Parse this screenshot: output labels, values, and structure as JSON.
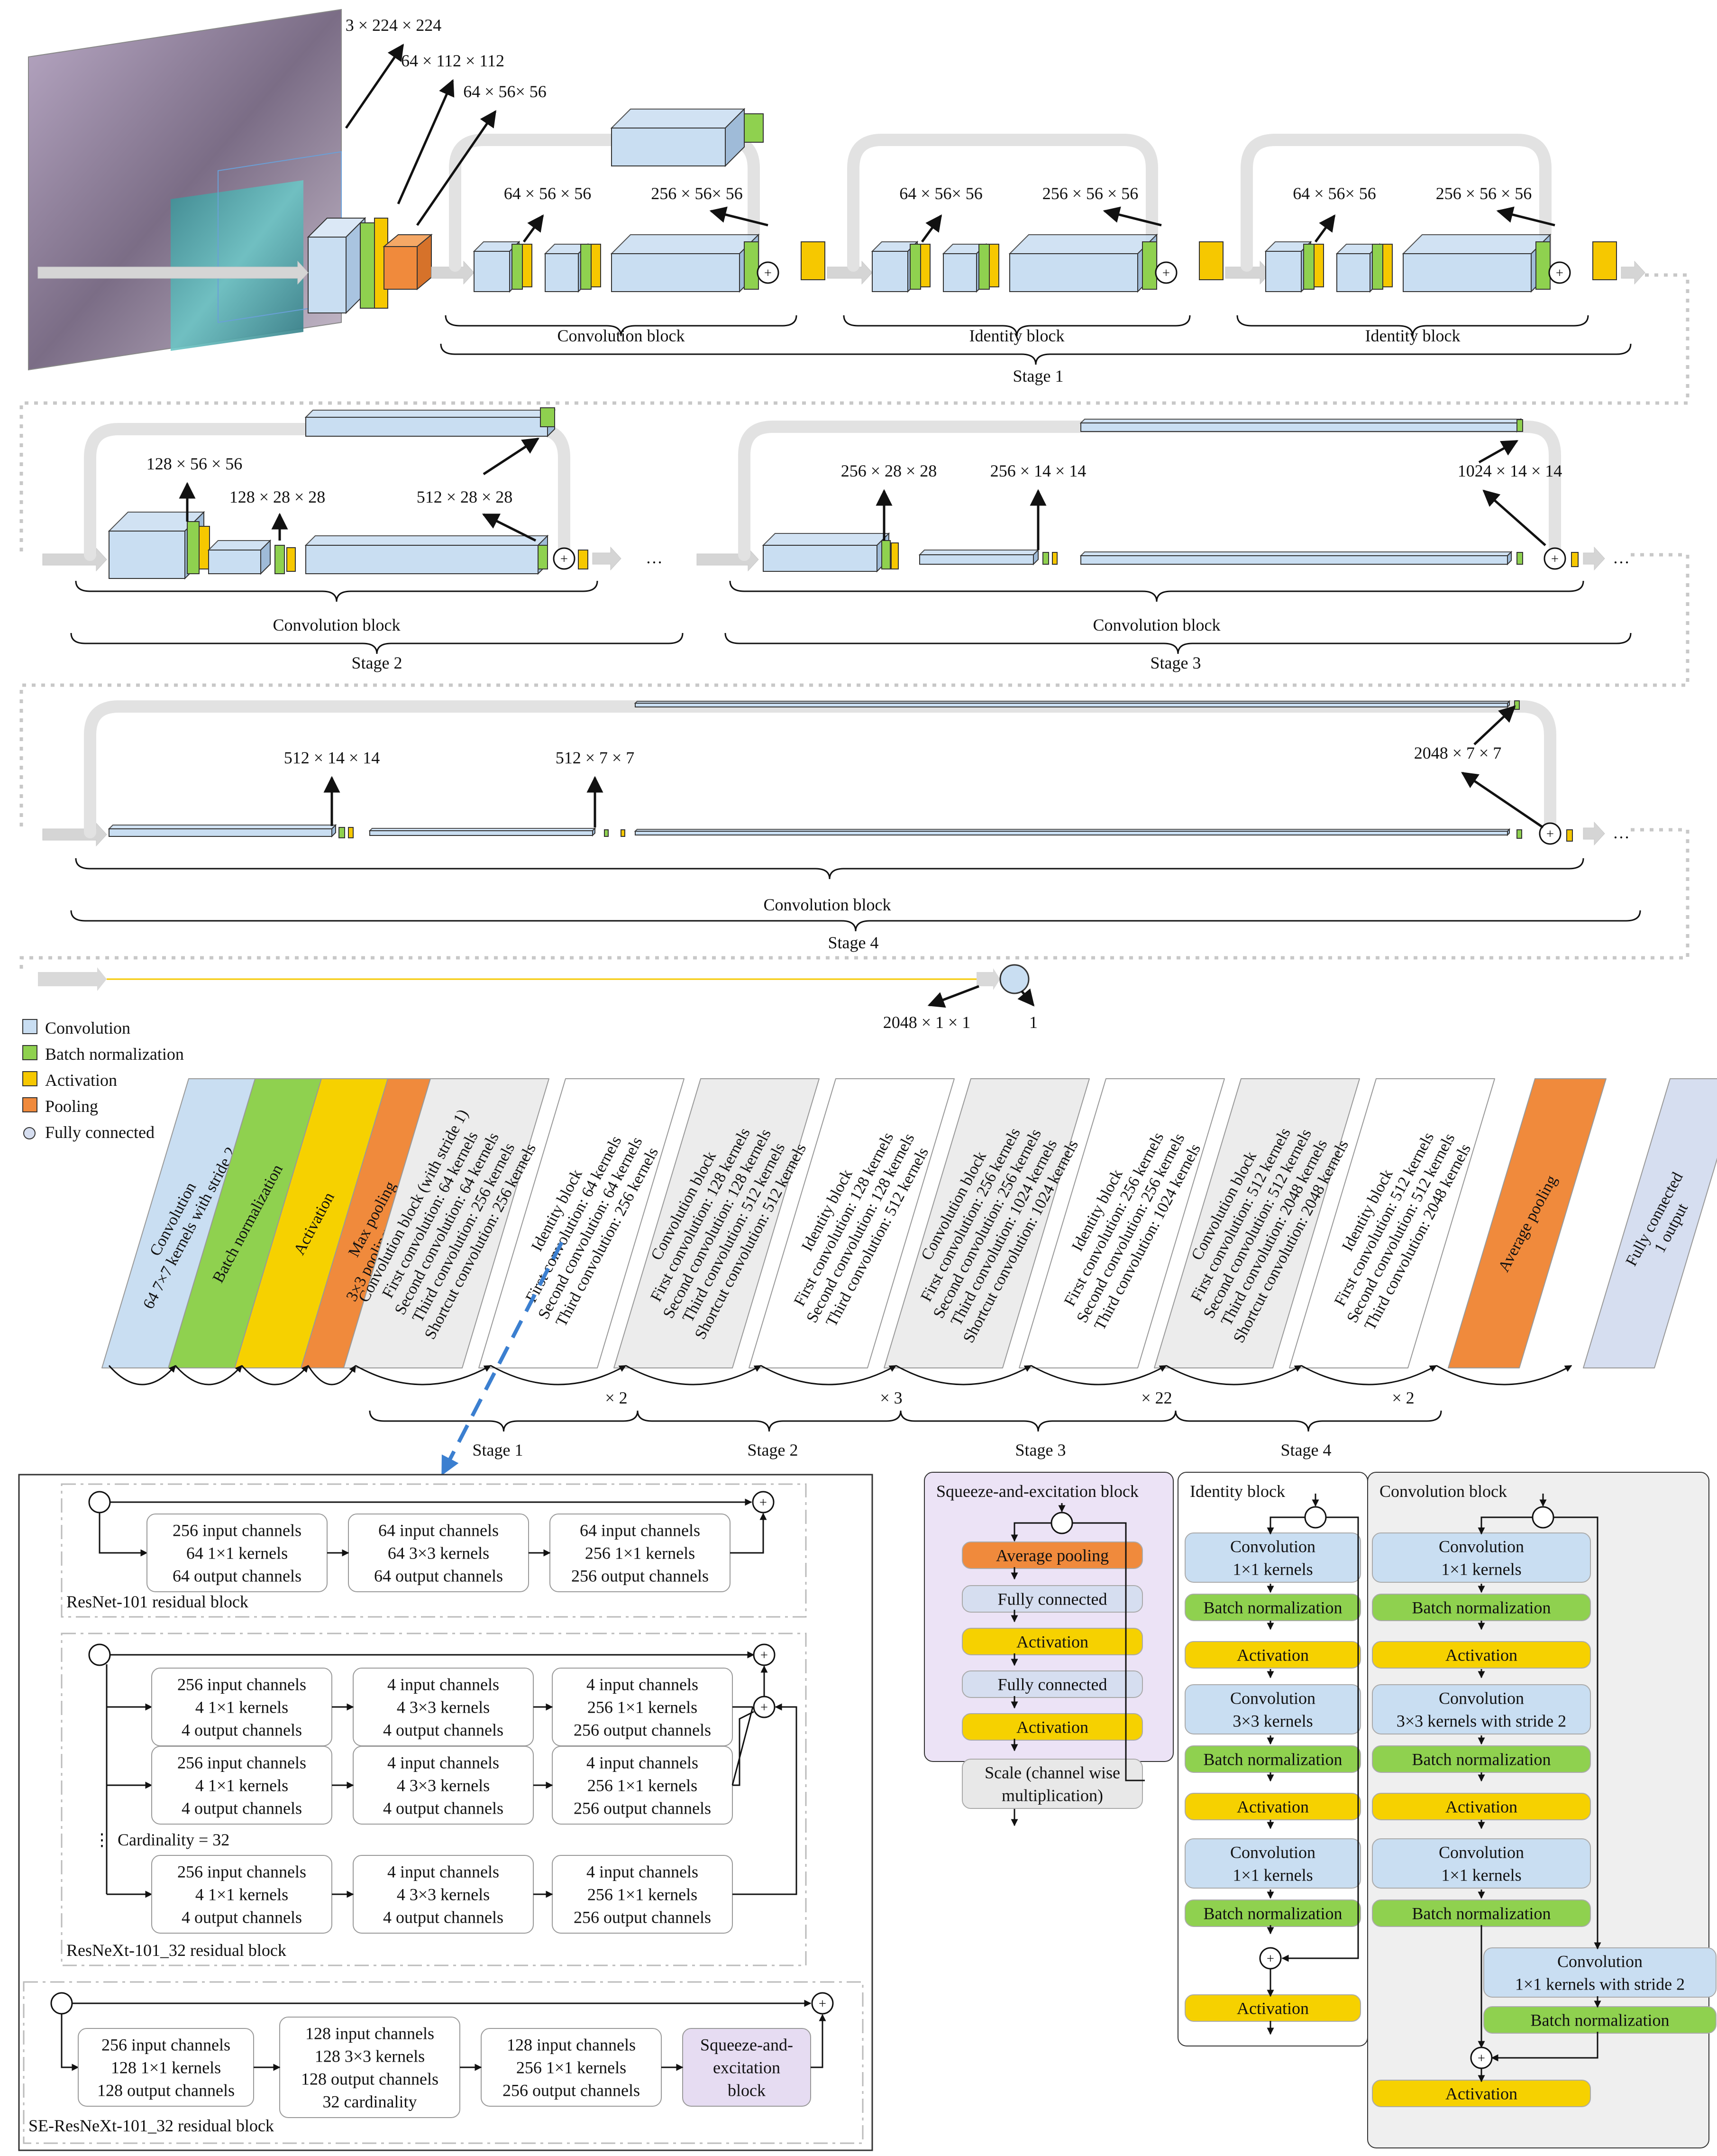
{
  "legend": [
    {
      "label": "Convolution",
      "color": "#c9def2"
    },
    {
      "label": "Batch normalization",
      "color": "#8fd14f"
    },
    {
      "label": "Activation",
      "color": "#f6c800"
    },
    {
      "label": "Pooling",
      "color": "#f08a3c"
    },
    {
      "label": "Fully connected",
      "color": "#d6def0"
    }
  ],
  "stage1": {
    "dims": [
      "3 × 224 × 224",
      "64 × 112 × 112",
      "64 × 56× 56",
      "64 × 56 × 56",
      "256 × 56× 56",
      "64 × 56× 56",
      "256 × 56 × 56",
      "64 × 56× 56",
      "256 × 56 × 56"
    ],
    "blocks": [
      "Convolution block",
      "Identity block",
      "Identity block"
    ],
    "label": "Stage 1"
  },
  "stage2": {
    "dims": [
      "128 × 56 × 56",
      "128 × 28 × 28",
      "512 × 28 × 28"
    ],
    "block": "Convolution block",
    "label": "Stage 2",
    "ellipsis": "…"
  },
  "stage3": {
    "dims": [
      "256 × 28 × 28",
      "256 × 14 × 14",
      "1024 × 14 × 14"
    ],
    "block": "Convolution block",
    "label": "Stage 3",
    "ellipsis": "…"
  },
  "stage4": {
    "dims": [
      "512 × 14 × 14",
      "512 × 7 × 7",
      "2048 × 7 × 7"
    ],
    "block": "Convolution block",
    "label": "Stage 4",
    "ellipsis": "…"
  },
  "final": {
    "dims": [
      "2048 × 1 × 1",
      "1"
    ]
  },
  "cards": [
    {
      "lines": [
        "Convolution",
        "64 7×7 kernels with stride 2"
      ],
      "fill": "#c9def2"
    },
    {
      "lines": [
        "Batch normalization"
      ],
      "fill": "#8fd14f"
    },
    {
      "lines": [
        "Activation"
      ],
      "fill": "#f6d100"
    },
    {
      "lines": [
        "Max pooling",
        "3×3 pooling with stride 2"
      ],
      "fill": "#f08a3c"
    },
    {
      "lines": [
        "Convolution block (with stride 1)",
        "First convolution: 64 kernels",
        "Second convolution: 64 kernels",
        "Third convolution: 256 kernels",
        "Shortcut convolution: 256 kernels"
      ],
      "fill": "#ececec"
    },
    {
      "lines": [
        "Identity block",
        "First convolution: 64 kernels",
        "Second convolution: 64 kernels",
        "Third convolution: 256 kernels"
      ],
      "fill": "#ffffff"
    },
    {
      "lines": [
        "Convolution block",
        "First convolution: 128 kernels",
        "Second convolution: 128 kernels",
        "Third convolution: 512 kernels",
        "Shortcut convolution: 512 kernels"
      ],
      "fill": "#ececec"
    },
    {
      "lines": [
        "Identity block",
        "First convolution: 128 kernels",
        "Second convolution: 128 kernels",
        "Third convolution: 512 kernels"
      ],
      "fill": "#ffffff"
    },
    {
      "lines": [
        "Convolution block",
        "First convolution: 256 kernels",
        "Second convolution: 256 kernels",
        "Third convolution: 1024 kernels",
        "Shortcut convolution: 1024 kernels"
      ],
      "fill": "#ececec"
    },
    {
      "lines": [
        "Identity block",
        "First convolution: 256 kernels",
        "Second convolution: 256 kernels",
        "Third convolution: 1024 kernels"
      ],
      "fill": "#ffffff"
    },
    {
      "lines": [
        "Convolution block",
        "First convolution: 512 kernels",
        "Second convolution: 512 kernels",
        "Third convolution: 2048 kernels",
        "Shortcut convolution: 2048 kernels"
      ],
      "fill": "#ececec"
    },
    {
      "lines": [
        "Identity block",
        "First convolution: 512 kernels",
        "Second convolution: 512 kernels",
        "Third convolution: 2048 kernels"
      ],
      "fill": "#ffffff"
    },
    {
      "lines": [
        "Average pooling"
      ],
      "fill": "#f08a3c"
    },
    {
      "lines": [
        "Fully connected",
        "1 output"
      ],
      "fill": "#d6def0"
    }
  ],
  "repeats": [
    "× 2",
    "× 3",
    "× 22",
    "× 2"
  ],
  "stages": [
    "Stage 1",
    "Stage 2",
    "Stage 3",
    "Stage 4"
  ],
  "resnet": {
    "label": "ResNet-101 residual block",
    "boxes": [
      [
        "256 input channels",
        "64 1×1 kernels",
        "64 output channels"
      ],
      [
        "64 input channels",
        "64 3×3 kernels",
        "64 output channels"
      ],
      [
        "64 input channels",
        "256 1×1 kernels",
        "256 output channels"
      ]
    ]
  },
  "resnext": {
    "label": "ResNeXt-101_32 residual block",
    "cardinality": "Cardinality = 32",
    "boxes": [
      [
        "256 input channels",
        "4 1×1 kernels",
        "4 output channels"
      ],
      [
        "4 input channels",
        "4 3×3 kernels",
        "4 output channels"
      ],
      [
        "4 input channels",
        "256 1×1 kernels",
        "256 output channels"
      ]
    ]
  },
  "seresnext": {
    "label": "SE-ResNeXt-101_32 residual block",
    "boxes": [
      [
        "256 input channels",
        "128 1×1 kernels",
        "128 output channels"
      ],
      [
        "128 input channels",
        "128 3×3 kernels",
        "128 output channels",
        "32 cardinality"
      ],
      [
        "128 input channels",
        "256 1×1 kernels",
        "256 output channels"
      ],
      [
        "Squeeze-and-",
        "excitation",
        "block"
      ]
    ]
  },
  "se_block": {
    "title": "Squeeze-and-excitation block",
    "items": [
      [
        "Average pooling"
      ],
      [
        "Fully connected"
      ],
      [
        "Activation"
      ],
      [
        "Fully connected"
      ],
      [
        "Activation"
      ],
      [
        "Scale (channel wise",
        "multiplication)"
      ]
    ]
  },
  "identity_block": {
    "title": "Identity block",
    "items": [
      [
        "Convolution",
        "1×1 kernels"
      ],
      [
        "Batch normalization"
      ],
      [
        "Activation"
      ],
      [
        "Convolution",
        "3×3 kernels"
      ],
      [
        "Batch normalization"
      ],
      [
        "Activation"
      ],
      [
        "Convolution",
        "1×1 kernels"
      ],
      [
        "Batch normalization"
      ],
      [
        "Activation"
      ]
    ]
  },
  "conv_block": {
    "title": "Convolution block",
    "items": [
      [
        "Convolution",
        "1×1 kernels"
      ],
      [
        "Batch normalization"
      ],
      [
        "Activation"
      ],
      [
        "Convolution",
        "3×3 kernels with stride 2"
      ],
      [
        "Batch normalization"
      ],
      [
        "Activation"
      ],
      [
        "Convolution",
        "1×1 kernels"
      ],
      [
        "Batch normalization"
      ],
      [
        "Convolution",
        "1×1 kernels with stride 2"
      ],
      [
        "Batch normalization"
      ],
      [
        "Activation"
      ]
    ]
  },
  "plus": "+"
}
